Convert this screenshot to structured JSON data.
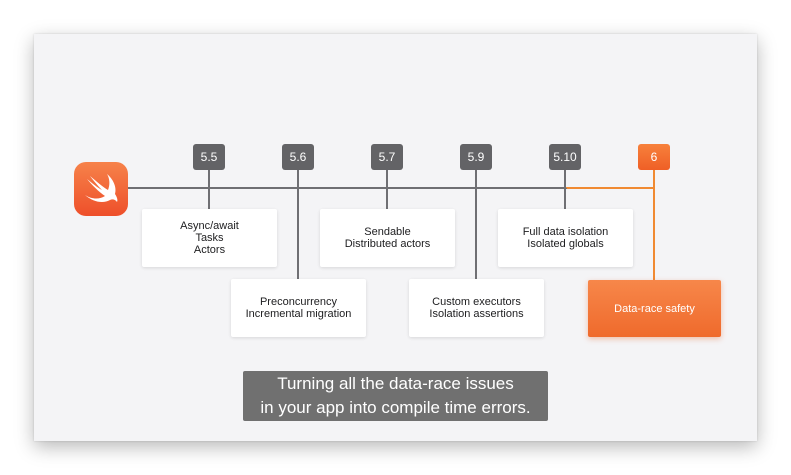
{
  "versions": [
    "5.5",
    "5.6",
    "5.7",
    "5.9",
    "5.10",
    "6"
  ],
  "features": {
    "v55": [
      "Async/await",
      "Tasks",
      "Actors"
    ],
    "v56": [
      "Preconcurrency",
      "Incremental migration"
    ],
    "v57": [
      "Sendable",
      "Distributed actors"
    ],
    "v59": [
      "Custom executors",
      "Isolation assertions"
    ],
    "v510": [
      "Full data isolation",
      "Isolated globals"
    ],
    "v6": [
      "Data-race safety"
    ]
  },
  "caption": {
    "line1": "Turning all the data-race issues",
    "line2": "in your app into compile time errors."
  },
  "colors": {
    "accent_orange": "#f08a32",
    "version_gray": "#636366",
    "timeline_gray": "#6f6f73"
  },
  "icons": {
    "logo": "swift-logo-icon"
  }
}
